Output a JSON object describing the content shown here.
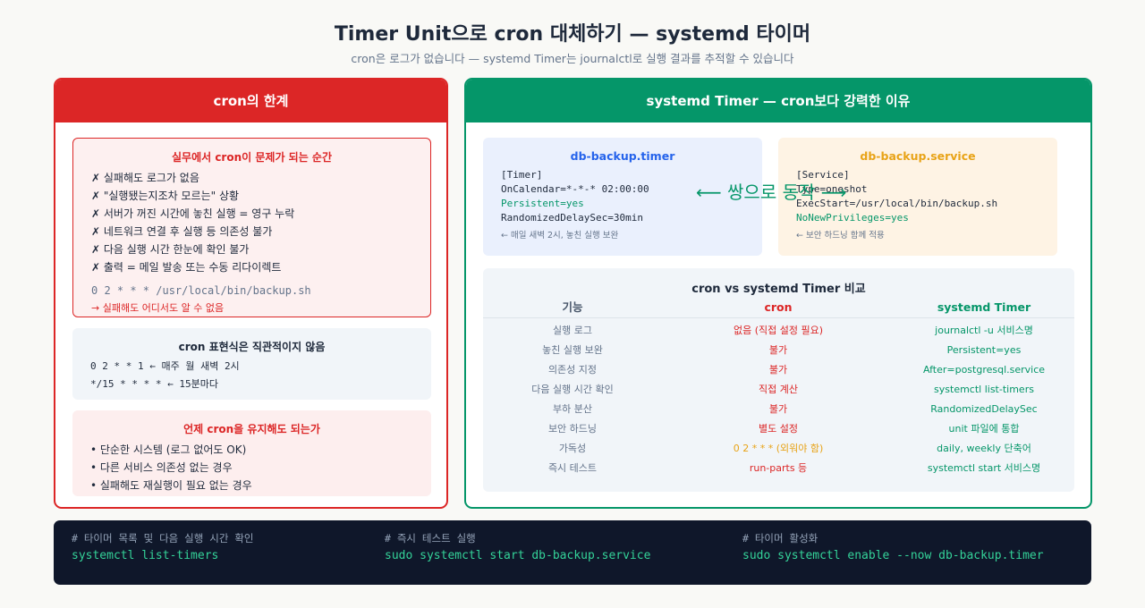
{
  "header": {
    "title": "Timer Unit으로 cron 대체하기 — systemd 타이머",
    "subtitle": "cron은 로그가 없습니다 — systemd Timer는 journalctl로 실행 결과를 추적할 수 있습니다"
  },
  "left": {
    "title": "cron의 한계",
    "problem": {
      "title": "실무에서 cron이 문제가 되는 순간",
      "items": [
        "✗ 실패해도 로그가 없음",
        "✗ \"실행됐는지조차 모르는\" 상황",
        "✗ 서버가 꺼진 시간에 놓친 실행 = 영구 누락",
        "✗ 네트워크 연결 후 실행 등 의존성 불가",
        "✗ 다음 실행 시간 한눈에 확인 불가",
        "✗ 출력 = 메일 발송 또는 수동 리다이렉트"
      ],
      "cron_line": "0 2 * * * /usr/local/bin/backup.sh",
      "note": "→ 실패해도 어디서도 알 수 없음"
    },
    "expression": {
      "title": "cron 표현식은 직관적이지 않음",
      "lines": [
        "0 2 * * 1 ← 매주 월 새벽 2시",
        "*/15 * * * * ← 15분마다"
      ]
    },
    "keep": {
      "title": "언제 cron을 유지해도 되는가",
      "items": [
        "• 단순한 시스템 (로그 없어도 OK)",
        "• 다른 서비스 의존성 없는 경우",
        "• 실패해도 재실행이 필요 없는 경우"
      ]
    }
  },
  "right": {
    "title": "systemd Timer — cron보다 강력한 이유",
    "timer": {
      "title": "db-backup.timer",
      "lines": [
        {
          "text": "[Timer]",
          "green": false
        },
        {
          "text": "OnCalendar=*-*-* 02:00:00",
          "green": false
        },
        {
          "text": "Persistent=yes",
          "green": true
        },
        {
          "text": "RandomizedDelaySec=30min",
          "green": false
        }
      ],
      "note": "← 매일 새벽 2시, 놓친 실행 보완"
    },
    "service": {
      "title": "db-backup.service",
      "lines": [
        {
          "text": "[Service]",
          "green": false
        },
        {
          "text": "Type=oneshot",
          "green": false
        },
        {
          "text": "ExecStart=/usr/local/bin/backup.sh",
          "green": false
        },
        {
          "text": "NoNewPrivileges=yes",
          "green": true
        }
      ],
      "note": "← 보안 하드닝 함께 적용"
    },
    "link_label": "⟵ 쌍으로 동작 ⟶",
    "compare": {
      "title": "cron vs systemd Timer 비교",
      "headers": [
        "기능",
        "cron",
        "systemd Timer"
      ],
      "rows": [
        [
          "실행 로그",
          "없음 (직접 설정 필요)",
          "journalctl -u 서비스명"
        ],
        [
          "놓친 실행 보완",
          "불가",
          "Persistent=yes"
        ],
        [
          "의존성 지정",
          "불가",
          "After=postgresql.service"
        ],
        [
          "다음 실행 시간 확인",
          "직접 계산",
          "systemctl list-timers"
        ],
        [
          "부하 분산",
          "불가",
          "RandomizedDelaySec"
        ],
        [
          "보안 하드닝",
          "별도 설정",
          "unit 파일에 통합"
        ],
        [
          "가독성",
          "0 2 * * * (외워야 함)",
          "daily, weekly 단축어"
        ],
        [
          "즉시 테스트",
          "run-parts 등",
          "systemctl start 서비스명"
        ]
      ],
      "amber_row": 6
    }
  },
  "commands": [
    {
      "comment": "# 타이머 목록 및 다음 실행 시간 확인",
      "cmd": "systemctl list-timers"
    },
    {
      "comment": "# 즉시 테스트 실행",
      "cmd": "sudo systemctl start db-backup.service"
    },
    {
      "comment": "# 타이머 활성화",
      "cmd": "sudo systemctl enable --now db-backup.timer"
    }
  ],
  "colors": {
    "cron_red": "#dc2626",
    "systemd_green": "#059669",
    "timer_blue": "#2563eb",
    "service_amber": "#e8a317",
    "terminal_bg": "#0f172a"
  }
}
